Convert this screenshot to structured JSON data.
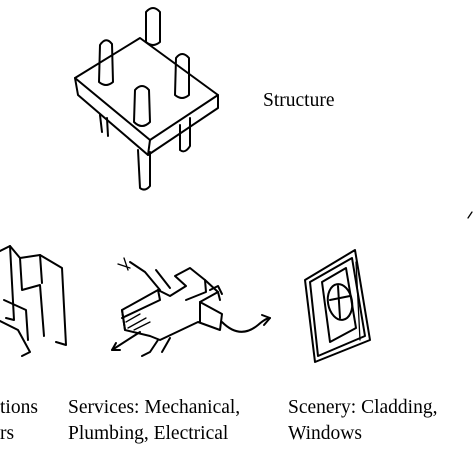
{
  "labels": {
    "structure": "Structure",
    "partitions_line1": "tions",
    "partitions_line2": "rs",
    "services_line1": "Services: Mechanical,",
    "services_line2": "Plumbing, Electrical",
    "scenery_line1": "Scenery: Cladding,",
    "scenery_line2": "Windows"
  },
  "icons": [
    "structure-table-sketch",
    "partitions-sketch",
    "services-duct-sketch",
    "scenery-window-sketch"
  ]
}
